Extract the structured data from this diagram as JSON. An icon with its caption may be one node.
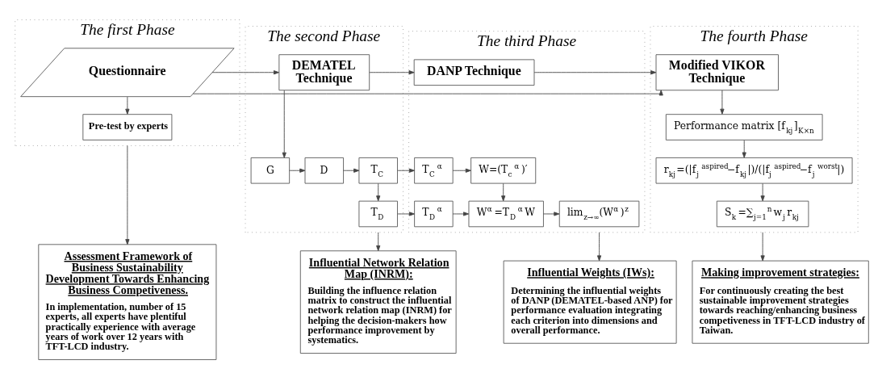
{
  "diagram": {
    "nodes": [
      {
        "text": [
          "The first Phase"
        ]
      },
      {
        "text": [
          "Questionnaire"
        ],
        "in": 0
      },
      {
        "text": [
          "Pre-test by experts"
        ],
        "in": 0
      },
      {
        "text": [
          "The second Phase"
        ]
      },
      {
        "text": [
          "DEMATEL Technique"
        ],
        "in": 3
      },
      {
        "text": [
          "G"
        ],
        "in": 3
      },
      {
        "text": [
          "D"
        ],
        "in": 3
      },
      {
        "text": [
          "T$_{C}$"
        ],
        "in": 3
      },
      {
        "text": [
          "T$_{D}$"
        ],
        "in": 3
      },
      {
        "text": [
          "The third Phase"
        ]
      },
      {
        "text": [
          "DANP Technique"
        ],
        "in": 9
      },
      {
        "text": [
          "T$_{C}$$^{α}$"
        ],
        "in": 9
      },
      {
        "text": [
          "W=(T$_{c}$$^{α}$)′"
        ],
        "in": 9
      },
      {
        "text": [
          "T$_{D}$$^{α}$"
        ],
        "in": 9
      },
      {
        "text": [
          "W$^{α}$=T$_{D}$$^{α}$W"
        ],
        "in": 9
      },
      {
        "text": [
          "lim$_{z→∞}$(W$^{α}$)$^{z}$"
        ],
        "in": 9
      },
      {
        "text": [
          "The fourth Phase"
        ]
      },
      {
        "text": [
          "Modified VIKOR Technique"
        ],
        "in": 16
      },
      {
        "text": [
          "Performance matrix [f$_{kj}$]$_{K×n}$"
        ],
        "in": 16
      },
      {
        "text": [
          "r$_{kj}$=(|f$_{j}$$^{aspired}$−f$_{kj}$|)/(|f$_{j}$$^{aspired}$−f$_{j}$$^{worst}$|)"
        ],
        "in": 16
      },
      {
        "text": [
          "S$_{k}$=∑$_{j=1}$$^{n}$w$_{j}$r$_{kj}$"
        ],
        "in": 16
      },
      {
        "text": [
          "Assessment Framework of Business Sustainability Development Towards Enhancing Business Competiveness.",
          "In implementation, number of 15 experts, all experts have plentiful practically experience with average years of work over 12 years with TFT-LCD industry."
        ]
      },
      {
        "text": [
          "Influential Network Relation Map (INRM):",
          "Building the influence relation matrix to construct the influential network relation map (INRM) for helping the decision-makers how performance improvement by systematics."
        ]
      },
      {
        "text": [
          "Influential Weights (IWs):",
          "Determining the influential weights of DANP (DEMATEL-based ANP) for performance evaluation integrating each criterion into dimensions and overall performance."
        ]
      },
      {
        "text": [
          "Making improvement strategies:",
          "For continuously creating the best sustainable improvement strategies towards reaching/enhancing business competiveness in TFT-LCD industry of Taiwan."
        ]
      }
    ],
    "edges": [
      {
        "from": 1,
        "to": 4,
        "arrow": "to"
      },
      {
        "from": 1,
        "to": 2,
        "arrow": "to"
      },
      {
        "from": 1,
        "to": 17,
        "arrow": "to"
      },
      {
        "from": 4,
        "to": 10,
        "arrow": "to"
      },
      {
        "from": 10,
        "to": 17,
        "arrow": "to"
      },
      {
        "from": 4,
        "to": 5,
        "arrow": "to"
      },
      {
        "from": 5,
        "to": 6,
        "arrow": "to"
      },
      {
        "from": 6,
        "to": 7,
        "arrow": "to"
      },
      {
        "from": 7,
        "to": 11,
        "arrow": "to"
      },
      {
        "from": 7,
        "to": 8,
        "arrow": "to"
      },
      {
        "from": 8,
        "to": 13,
        "arrow": "to"
      },
      {
        "from": 11,
        "to": 12,
        "arrow": "to"
      },
      {
        "from": 12,
        "to": 14,
        "arrow": "to"
      },
      {
        "from": 13,
        "to": 14,
        "arrow": "to"
      },
      {
        "from": 14,
        "to": 15,
        "arrow": "to"
      },
      {
        "from": 17,
        "to": 18,
        "arrow": "to"
      },
      {
        "from": 18,
        "to": 19,
        "arrow": "to"
      },
      {
        "from": 19,
        "to": 20,
        "arrow": "to"
      },
      {
        "from": 0,
        "to": 21,
        "arrow": "to"
      },
      {
        "from": 3,
        "to": 22,
        "arrow": "to"
      },
      {
        "from": 9,
        "to": 23,
        "arrow": "to"
      },
      {
        "from": 16,
        "to": 24,
        "arrow": "to"
      }
    ]
  }
}
